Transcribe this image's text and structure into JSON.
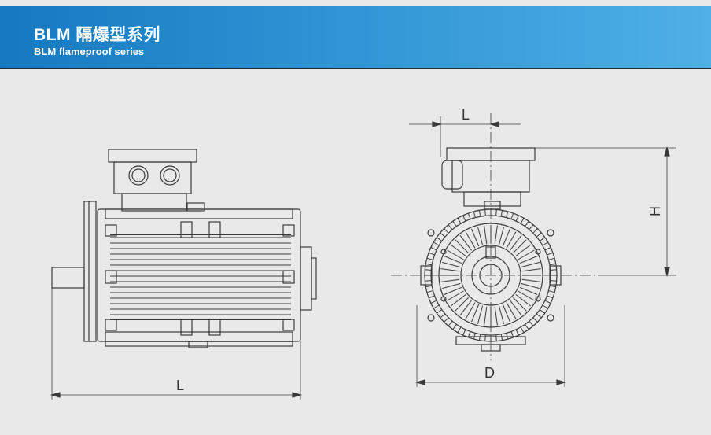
{
  "header": {
    "title": "BLM 隔爆型系列",
    "subtitle": "BLM flameproof series"
  },
  "drawing": {
    "side_view_length_label": "L",
    "front_view_shaft_label": "L",
    "front_view_height_label": "H",
    "front_view_diameter_label": "D"
  },
  "colors": {
    "banner_start": "#1479bf",
    "banner_end": "#4fb0e6",
    "line": "#3a3a3a",
    "background": "#e9e9e9"
  }
}
